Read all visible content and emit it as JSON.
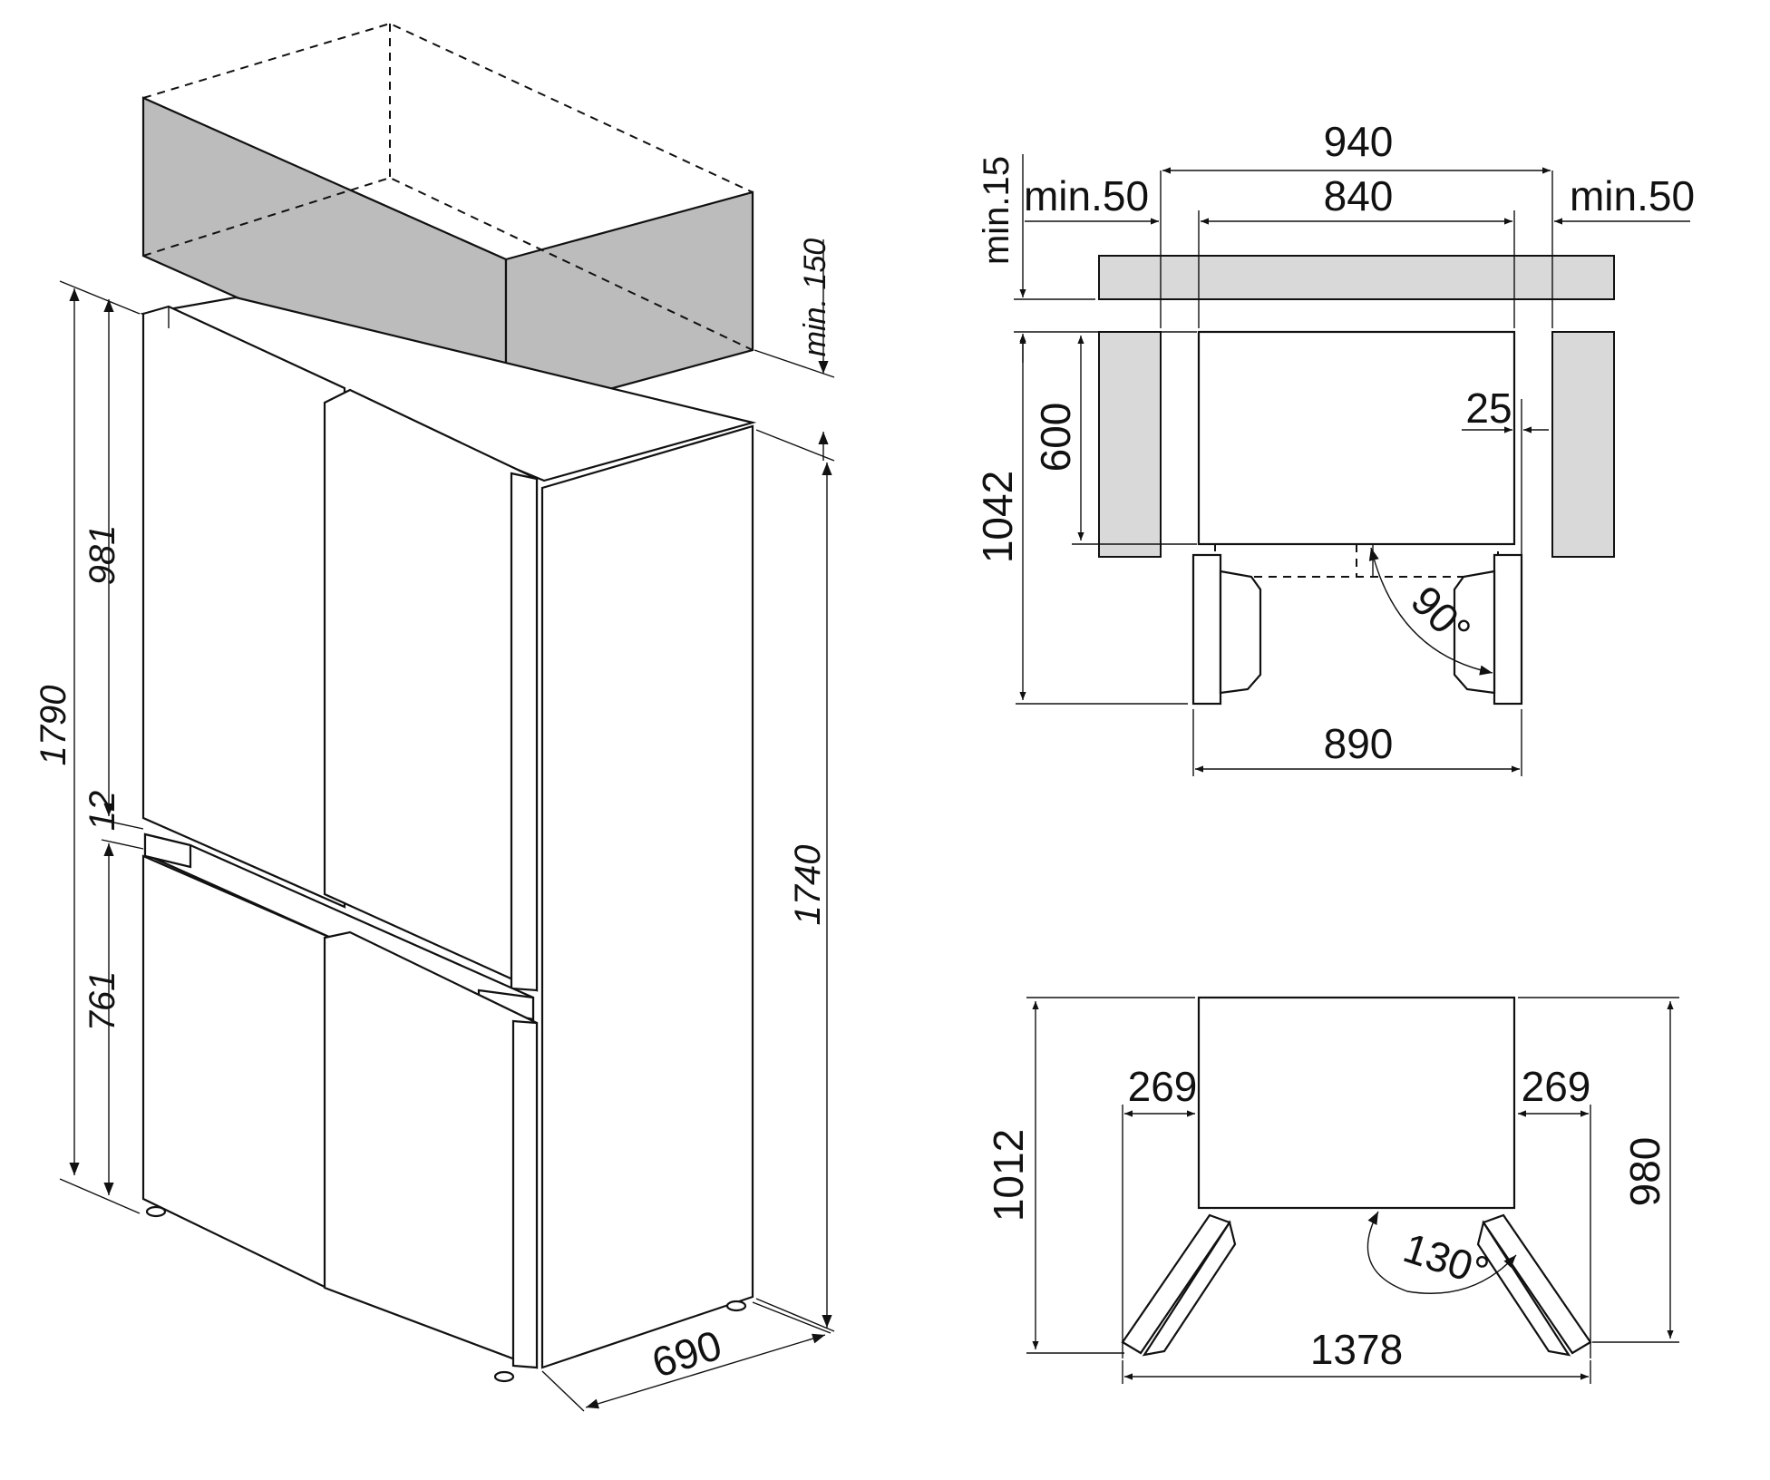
{
  "colors": {
    "line": "#111111",
    "clearance_fill": "#bcbcbc",
    "wall_fill": "#d9d9d9",
    "background": "#ffffff"
  },
  "perspective_view": {
    "total_height": "1790",
    "upper_door_height": "981",
    "door_gap": "12",
    "lower_door_height": "761",
    "cabinet_height": "1740",
    "depth": "690",
    "top_clearance": "min. 150"
  },
  "top_view_90": {
    "overall_niche_width": "940",
    "appliance_width": "840",
    "side_clearance_left": "min.50",
    "side_clearance_right": "min.50",
    "rear_clearance": "min.15",
    "depth_with_doors_open": "1042",
    "cabinet_depth": "600",
    "side_offset": "25",
    "door_angle": "90°",
    "width_doors_open": "890"
  },
  "top_view_130": {
    "door_swing_left": "269",
    "door_swing_right": "269",
    "depth_doors_open": "1012",
    "depth_to_door_tip": "980",
    "door_angle": "130°",
    "overall_width_doors_open": "1378"
  }
}
